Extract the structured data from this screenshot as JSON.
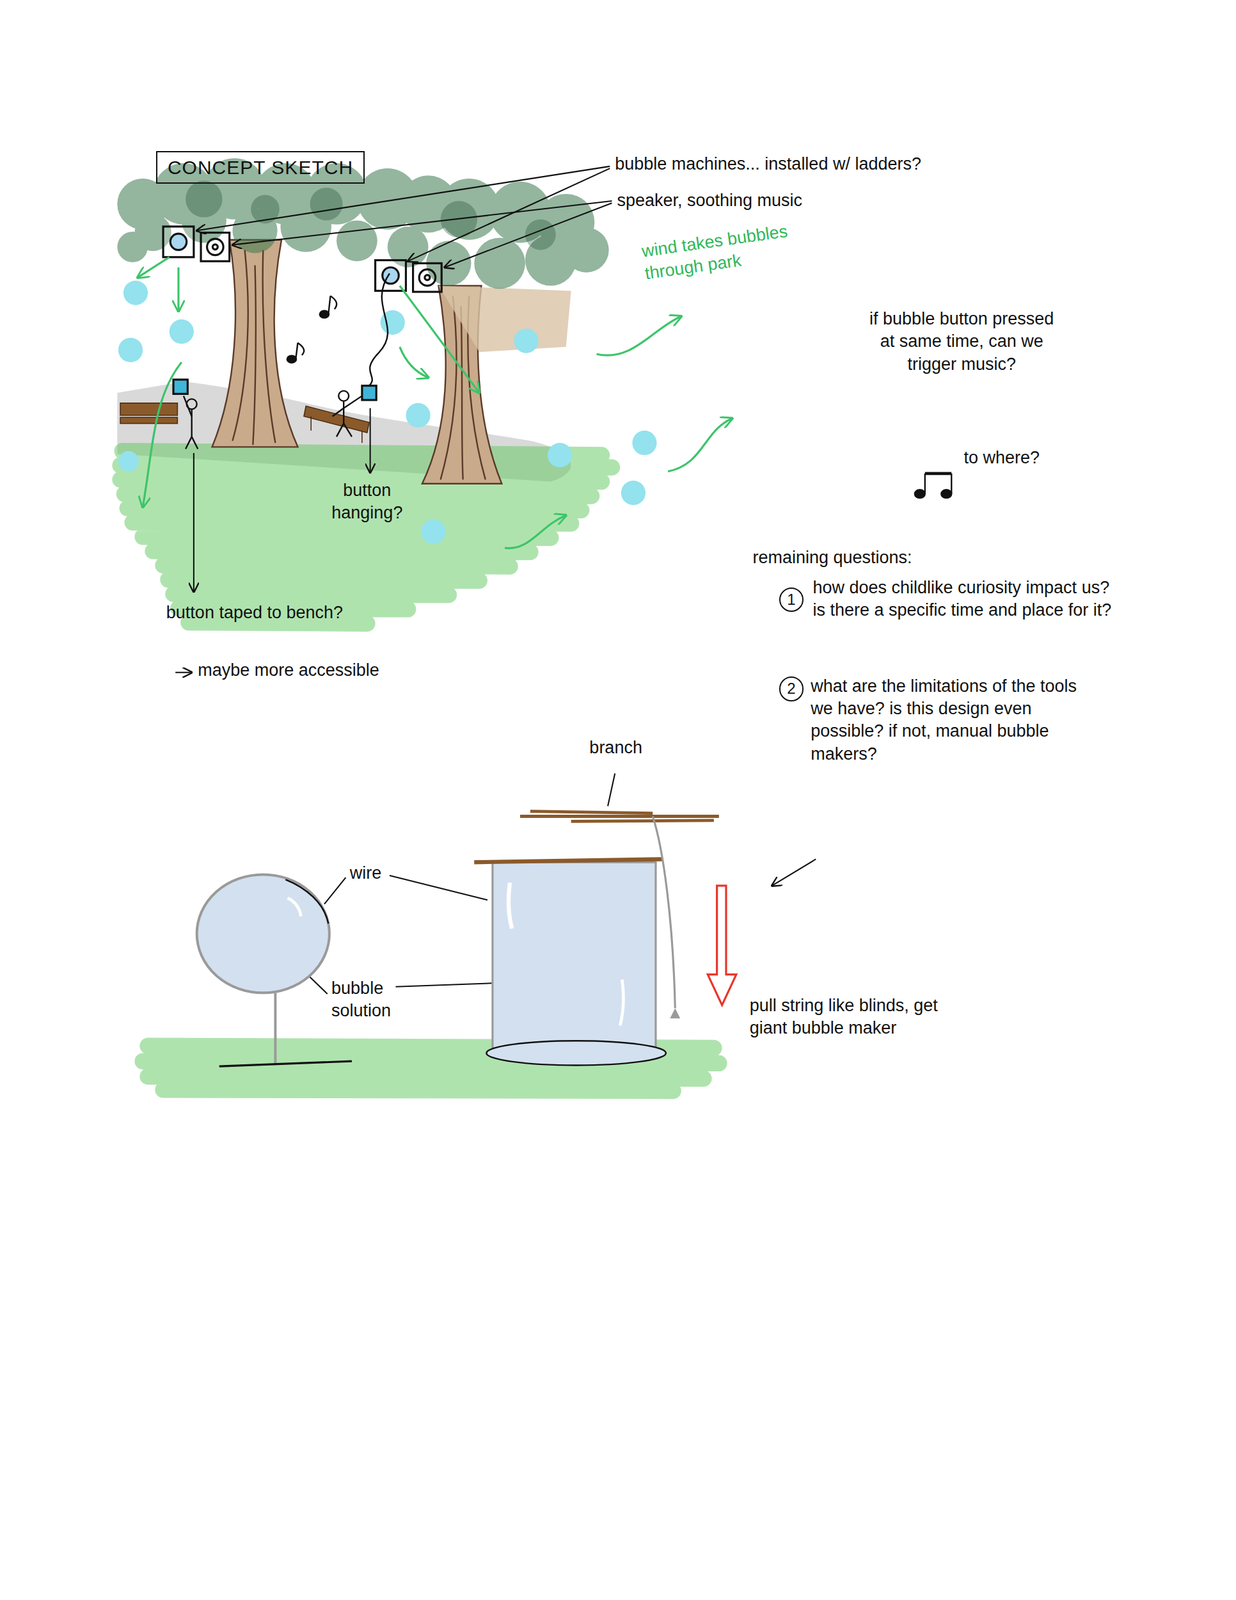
{
  "diagram": {
    "title": "CONCEPT SKETCH",
    "labels": [
      "bubble machines... installed w/ ladders?",
      "speaker, soothing music",
      "wind takes bubbles through park",
      "if bubble button pressed at same time, can we trigger music?",
      "to where?",
      "button hanging?",
      "button taped to bench?",
      "maybe more accessible",
      "remaining questions:",
      "1",
      "how does childlike curiosity impact us? is there a specific time and place for it?",
      "2",
      "what are the limitations of the tools we have? is this design even possible? if not, manual bubble makers?",
      "branch",
      "wire",
      "bubble solution",
      "pull string like blinds, get giant bubble maker"
    ]
  }
}
